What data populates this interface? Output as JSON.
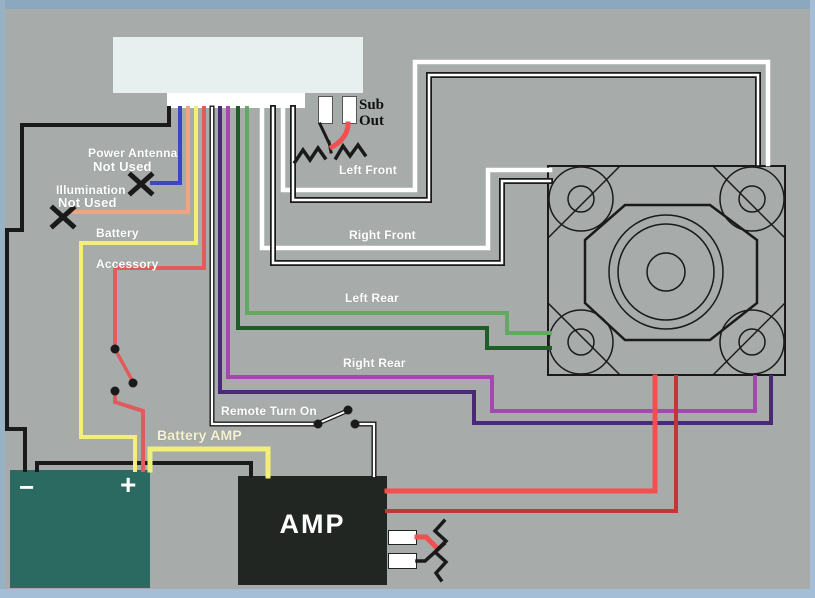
{
  "wire_labels": {
    "power_antenna": "Power Antenna",
    "power_antenna_status": "Not Used",
    "illumination": "Illumination",
    "illumination_status": "Not Used",
    "battery": "Battery",
    "accessory": "Accessory",
    "sub_out_line1": "Sub",
    "sub_out_line2": "Out",
    "left_front": "Left Front",
    "right_front": "Right Front",
    "left_rear": "Left Rear",
    "right_rear": "Right Rear",
    "remote_turn_on": "Remote Turn On",
    "battery_amp": "Battery AMP"
  },
  "components": {
    "amp_label": "AMP",
    "battery_negative": "−",
    "battery_positive": "+"
  },
  "colors": {
    "background": "#a7acab",
    "frame_top": "#8ca8be",
    "frame_left": "#97b1c5",
    "frame_bottom": "#a4bed8",
    "frame_right": "#a4bed8",
    "head_unit_fill": "#e7efef",
    "connector_fill": "#ffffff",
    "battery_fill": "#2a6a61",
    "amp_fill": "#212622",
    "rca_fill": "#ffffff",
    "line": "#1a1a1a",
    "label_text": "#ffffff",
    "sub_out_text": "#111111",
    "battery_amp_text": "#f6f2cf",
    "wires": {
      "ground": "#1a1a1a",
      "power_antenna": "#3a45c8",
      "illumination": "#f0a480",
      "battery": "#f2ee76",
      "accessory": "#e05c5c",
      "remote_turn_on": "#ffffff",
      "front_positive": "#ffffff",
      "right_rear_positive": "#a746b0",
      "right_rear_negative": "#4a2a78",
      "left_rear_positive": "#63a863",
      "left_rear_negative": "#1e5c28",
      "sub_positive": "#f25050",
      "sub_negative": "#c23636"
    }
  }
}
